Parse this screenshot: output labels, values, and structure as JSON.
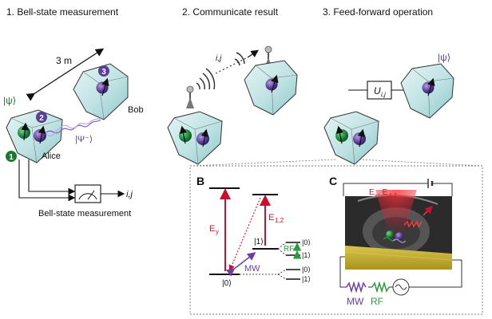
{
  "panels": {
    "step1": "1. Bell-state measurement",
    "step2": "2. Communicate result",
    "step3": "3. Feed-forward operation"
  },
  "section1": {
    "distance": "3 m",
    "psi_in": "|ψ⟩",
    "bell_state": "|Ψ⁻⟩",
    "alice": "Alice",
    "bob": "Bob",
    "qubit_1": "1",
    "qubit_2": "2",
    "qubit_3": "3",
    "meter_output": "i,j",
    "bsm_label": "Bell-state measurement"
  },
  "section2": {
    "signal": "i,j"
  },
  "section3": {
    "psi_out": "|ψ⟩",
    "unitary": "U",
    "unitary_sub": "i,j"
  },
  "panelB": {
    "letter": "B",
    "ey": "E",
    "ey_sub": "y",
    "e12": "E",
    "e12_sub": "1,2",
    "ket1": "|1⟩",
    "ket0": "|0⟩",
    "mw": "MW",
    "rf": "RF",
    "ket0_upper": "|0⟩",
    "ket1_upper": "|1⟩",
    "ket0_lower": "|0⟩",
    "ket1_lower": "|1⟩"
  },
  "panelC": {
    "letter": "C",
    "lasers": "E",
    "lasers_sub1": "y",
    "lasers_mid": ", E",
    "lasers_sub2": "1,2",
    "mw": "MW",
    "rf": "RF"
  },
  "colors": {
    "qubit_green": "#1a7a34",
    "qubit_purple": "#5b3e96",
    "laser_red": "#c8102e",
    "mw_purple": "#6b3fa0",
    "rf_green": "#2a9a3c",
    "diamond_fill": "#cfe9ea",
    "chip_gold": "#c8b53a"
  }
}
